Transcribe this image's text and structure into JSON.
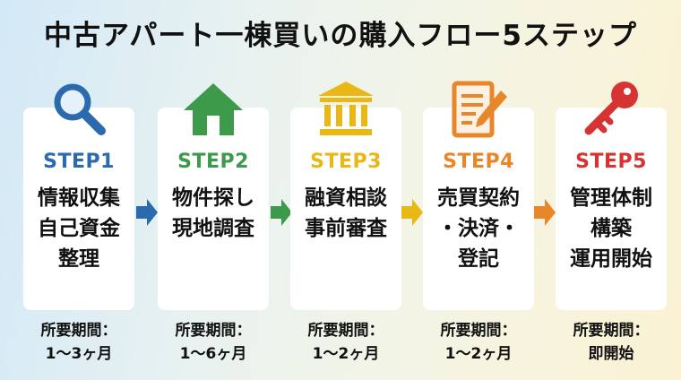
{
  "title": "中古アパート一棟買いの購入フロー5ステップ",
  "duration_label": "所要期間：",
  "steps": [
    {
      "label": "STEP1",
      "color": "#2a6aad",
      "icon": "magnifier-icon",
      "lines": [
        "情報収集",
        "自己資金",
        "整理"
      ],
      "duration": "1〜3ヶ月"
    },
    {
      "label": "STEP2",
      "color": "#3c9a4a",
      "icon": "house-icon",
      "lines": [
        "物件探し",
        "現地調査"
      ],
      "duration": "1〜6ヶ月"
    },
    {
      "label": "STEP3",
      "color": "#e9b814",
      "icon": "bank-icon",
      "lines": [
        "融資相談",
        "事前審査"
      ],
      "duration": "1〜2ヶ月"
    },
    {
      "label": "STEP4",
      "color": "#e8862a",
      "icon": "contract-icon",
      "lines": [
        "売買契約",
        "・決済・",
        "登記"
      ],
      "duration": "1〜2ヶ月"
    },
    {
      "label": "STEP5",
      "color": "#d63333",
      "icon": "key-icon",
      "lines": [
        "管理体制",
        "構築",
        "運用開始"
      ],
      "duration": "即開始"
    }
  ],
  "arrow_colors": [
    "#2a6aad",
    "#3c9a4a",
    "#e9b814",
    "#e8862a"
  ]
}
